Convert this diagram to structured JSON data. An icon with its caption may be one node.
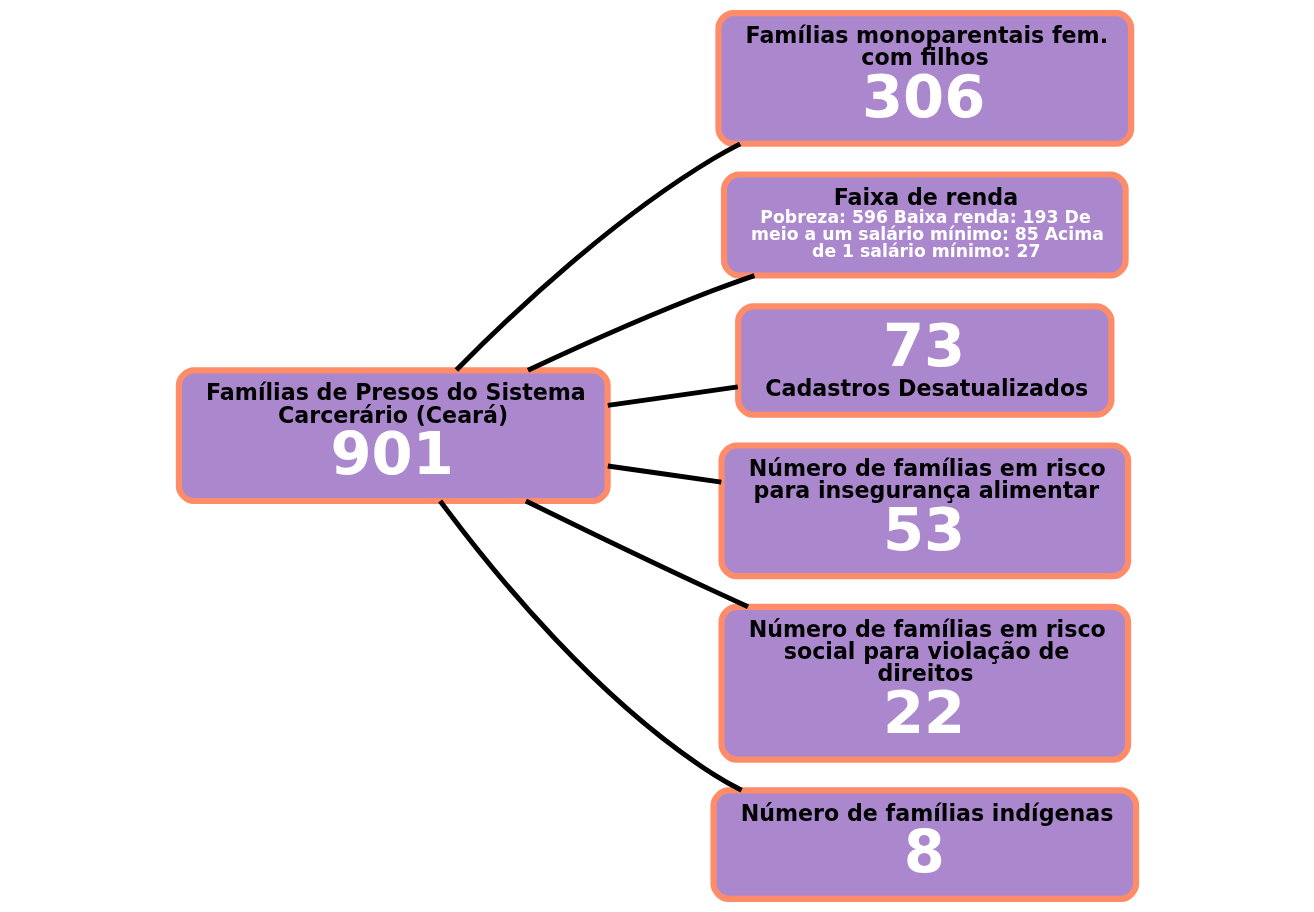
{
  "diagram": {
    "nodes": [
      {
        "text": [
          "Famílias de Presos do Sistema Carcerário (Ceará)",
          "901"
        ]
      },
      {
        "text": [
          "Famílias monoparentais fem. com filhos",
          "306"
        ]
      },
      {
        "text": [
          "Faixa de renda",
          "Pobreza: 596 Baixa renda: 193 De meio a um salário mínimo: 85 Acima de 1 salário mínimo: 27"
        ]
      },
      {
        "text": [
          "73",
          "Cadastros Desatualizados"
        ]
      },
      {
        "text": [
          "Número de famílias em risco para insegurança alimentar",
          "53"
        ]
      },
      {
        "text": [
          "Número de famílias em risco social para violação de direitos",
          "22"
        ]
      },
      {
        "text": [
          "Número de famílias indígenas",
          "8"
        ]
      }
    ],
    "edges": [
      {
        "from": 0,
        "to": 1,
        "arrow": "none"
      },
      {
        "from": 0,
        "to": 2,
        "arrow": "none"
      },
      {
        "from": 0,
        "to": 3,
        "arrow": "none"
      },
      {
        "from": 0,
        "to": 4,
        "arrow": "none"
      },
      {
        "from": 0,
        "to": 5,
        "arrow": "none"
      },
      {
        "from": 0,
        "to": 6,
        "arrow": "none"
      }
    ]
  }
}
